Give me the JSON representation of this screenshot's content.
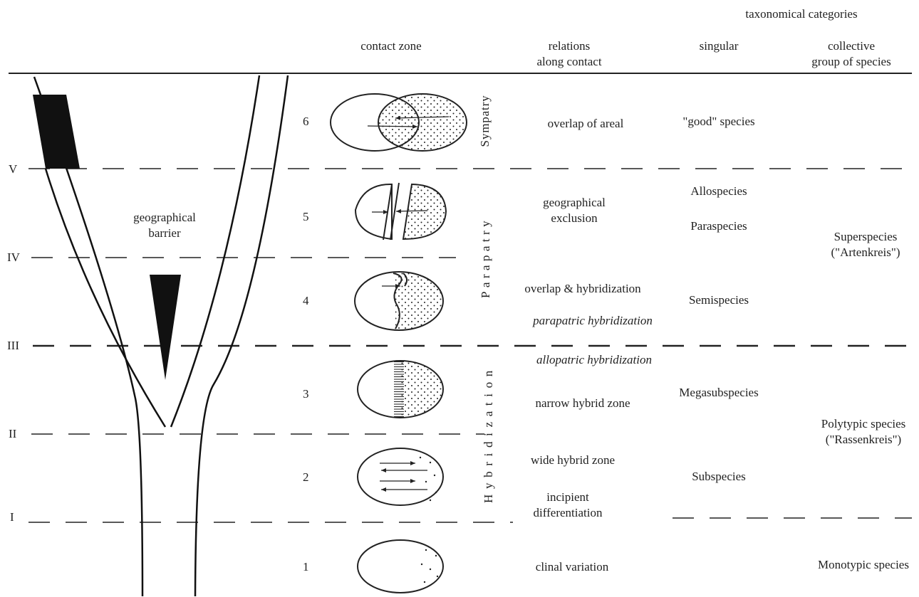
{
  "header": {
    "taxonomical_categories": "taxonomical categories",
    "contact_zone": "contact zone",
    "relations": "relations\nalong contact",
    "singular": "singular",
    "collective": "collective\ngroup of species"
  },
  "levels": [
    "I",
    "II",
    "III",
    "IV",
    "V"
  ],
  "barrier_label": "geographical\nbarrier",
  "stages": [
    "1",
    "2",
    "3",
    "4",
    "5",
    "6"
  ],
  "side_labels": {
    "sympatry": "Sympatry",
    "parapatry": "Parapatry",
    "hybridization": "Hybridization"
  },
  "relations": {
    "overlap_of_areal": "overlap of areal",
    "geographical_exclusion": "geographical\nexclusion",
    "overlap_hybridization": "overlap & hybridization",
    "parapatric_hybridization": "parapatric hybridization",
    "allopatric_hybridization": "allopatric hybridization",
    "narrow_hybrid_zone": "narrow hybrid zone",
    "wide_hybrid_zone": "wide hybrid zone",
    "incipient_differentiation": "incipient\ndifferentiation",
    "clinal_variation": "clinal variation"
  },
  "singular": {
    "good_species": "\"good\" species",
    "allospecies": "Allospecies",
    "paraspecies": "Paraspecies",
    "semispecies": "Semispecies",
    "megasubspecies": "Megasubspecies",
    "subspecies": "Subspecies"
  },
  "collective": {
    "superspecies": "Superspecies\n(\"Artenkreis\")",
    "polytypic_species": "Polytypic species\n(\"Rassenkreis\")",
    "monotypic_species": "Monotypic species"
  }
}
